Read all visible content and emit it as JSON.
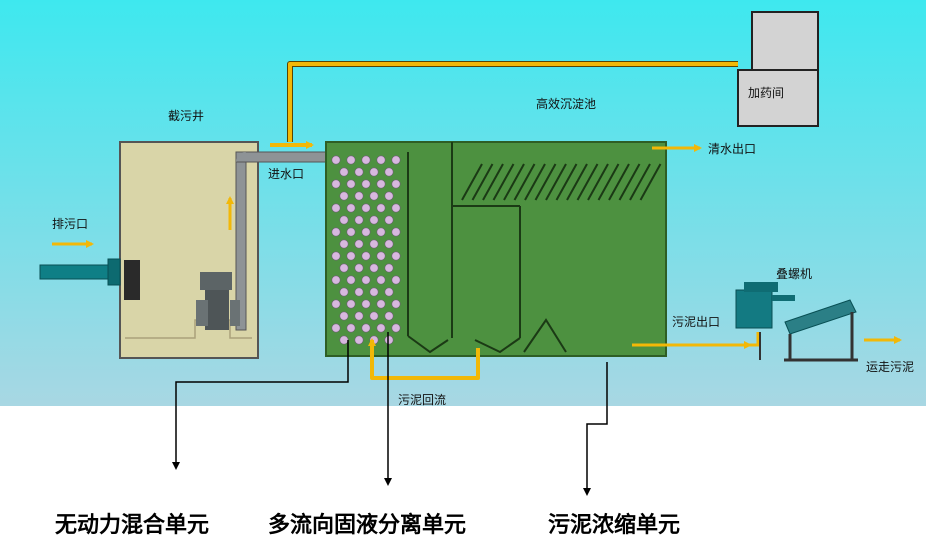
{
  "labels": {
    "interceptor_well": "截污井",
    "sediment_tank": "高效沉淀池",
    "dosing_room": "加药间",
    "clear_water_outlet": "清水出口",
    "inlet": "进水口",
    "sewage_outlet": "排污口",
    "sludge_outlet": "污泥出口",
    "screw_press": "叠螺机",
    "sludge_return": "污泥回流",
    "sludge_transport": "运走污泥"
  },
  "units": [
    "无动力混合单元",
    "多流向固液分离单元",
    "污泥浓缩单元"
  ],
  "colors": {
    "sky_top": "#3ee8ef",
    "sky_bottom": "#a8d7e3",
    "tank_green": "#4d9140",
    "well_beige": "#d9d5a8",
    "pipe_yellow": "#f2b807",
    "pipe_teal": "#0f7f86",
    "bubble": "#d7b8df"
  }
}
